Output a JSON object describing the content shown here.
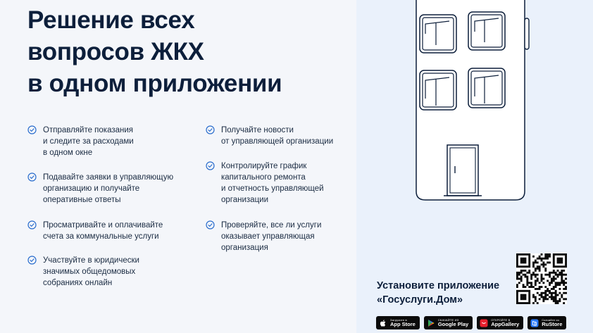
{
  "title_lines": [
    "Решение всех",
    "вопросов ЖКХ",
    "в одном приложении"
  ],
  "features_left": [
    {
      "lines": [
        "Отправляйте показания",
        "и следите за расходами",
        "в одном окне"
      ]
    },
    {
      "lines": [
        "Подавайте заявки в управляющую",
        "организацию и получайте",
        "оперативные ответы"
      ]
    },
    {
      "lines": [
        "Просматривайте и оплачивайте",
        "счета за коммунальные услуги"
      ]
    },
    {
      "lines": [
        "Участвуйте в юридически",
        "значимых общедомовых",
        "собраниях онлайн"
      ]
    }
  ],
  "features_right": [
    {
      "lines": [
        "Получайте новости",
        "от управляющей организации"
      ]
    },
    {
      "lines": [
        "Контролируйте график",
        "капитального ремонта",
        "и отчетность управляющей",
        "организации"
      ]
    },
    {
      "lines": [
        "Проверяйте, все ли услуги",
        "оказывает управляющая",
        "организация"
      ]
    }
  ],
  "install": {
    "lines": [
      "Установите приложение",
      "«Госуслуги.Дом»"
    ]
  },
  "stores": [
    {
      "small": "Загрузите в",
      "big": "App Store",
      "icon": "apple-icon"
    },
    {
      "small": "СКАЧАЙТЕ ИЗ",
      "big": "Google Play",
      "icon": "google-play-icon"
    },
    {
      "small": "ОТКРОЙТЕ В",
      "big": "AppGallery",
      "icon": "huawei-icon"
    },
    {
      "small": "Скачайте из",
      "big": "RuStore",
      "icon": "rustore-icon"
    }
  ],
  "colors": {
    "accent_check": "#2a6dcd",
    "title": "#0d1f3b",
    "left_bg": "#f4f6fa",
    "right_bg": "#eaf1fb",
    "badge_bg": "#0b0b0b"
  }
}
